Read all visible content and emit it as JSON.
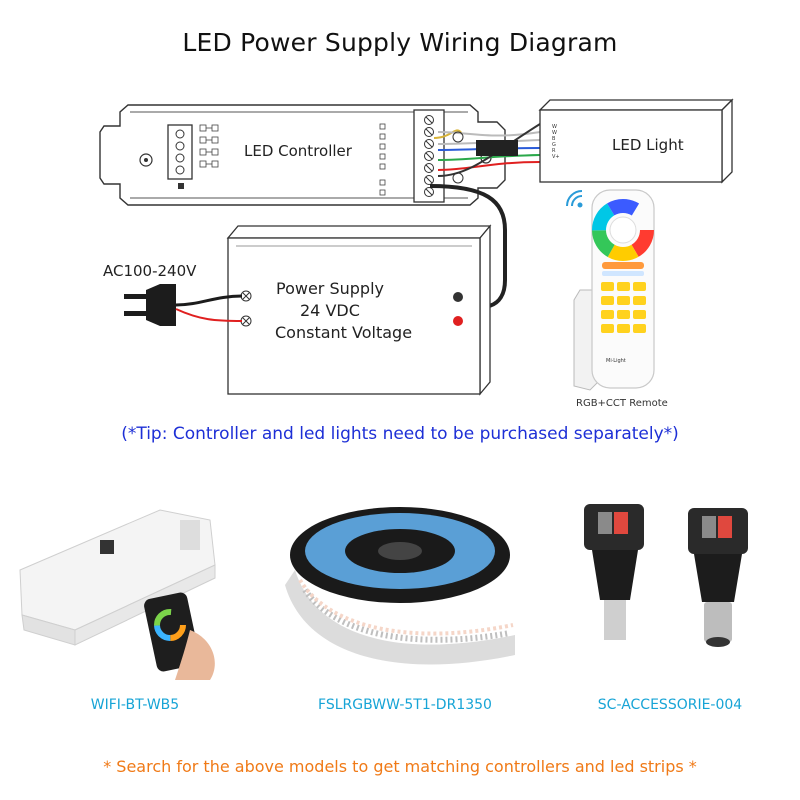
{
  "title": "LED Power Supply Wiring Diagram",
  "diagram": {
    "controller_label": "LED Controller",
    "light_label": "LED Light",
    "ac_label": "AC100-240V",
    "power_supply": {
      "line1": "Power Supply",
      "line2": "24 VDC",
      "line3": "Constant Voltage"
    },
    "remote_caption": "RGB+CCT Remote",
    "remote_brand": "Mi·Light",
    "wire_letters": [
      "W",
      "W",
      "B",
      "G",
      "R",
      "V+"
    ]
  },
  "tip": "(*Tip: Controller and led lights need to be purchased separately*)",
  "products": [
    {
      "model": "WIFI-BT-WB5"
    },
    {
      "model": "FSLRGBWW-5T1-DR1350"
    },
    {
      "model": "SC-ACCESSORIE-004"
    }
  ],
  "footer_note": "* Search for the above models to get matching controllers and led strips *",
  "colors": {
    "tip": "#1d2fd6",
    "model": "#17a4d6",
    "note": "#f07a17",
    "wire_red": "#e02020",
    "wire_green": "#2aa84a",
    "wire_blue": "#2a5bd8",
    "wire_white": "#bbbbbb",
    "wire_dark": "#333333"
  }
}
